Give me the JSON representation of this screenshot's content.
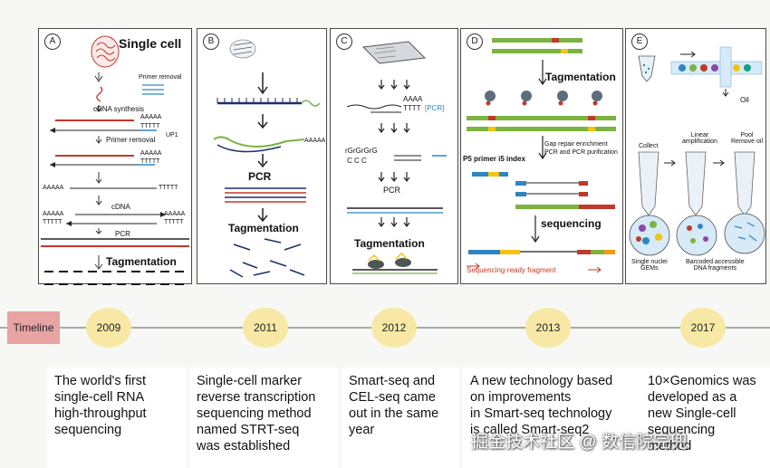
{
  "panels": {
    "a": {
      "label": "A",
      "title": "Single cell",
      "primer_removal_top": "Primer removal",
      "cdna_synthesis": "cDNA synthesis",
      "aaaaa_1": "AAAAA",
      "ttttt_1": "TTTTT",
      "up1": "UP1",
      "primer_removal": "Primer removal",
      "aaaaa_2": "AAAAA",
      "ttttt_2": "TTTTT",
      "aaaaa_left": "AAAAA",
      "ttttt_right": "TTTTT",
      "cdna": "cDNA",
      "aaaaa_3": "AAAAA",
      "ttttt_3": "TTTTT",
      "aaaaa_4": "AAAAA",
      "ttttt_4": "TTTTT",
      "pcr": "PCR",
      "tagmentation": "Tagmentation"
    },
    "b": {
      "label": "B",
      "aaaaa": "AAAAA",
      "pcr": "PCR",
      "tagmentation": "Tagmentation"
    },
    "c": {
      "label": "C",
      "aaaa": "AAAA",
      "tttt_pcr": "TTTT",
      "pcr_bracket": "[PCR]",
      "rgrgrg": "rGrGrGrG",
      "ccc": "C  C  C",
      "pcr": "PCR",
      "tagmentation": "Tagmentation"
    },
    "d": {
      "label": "D",
      "tagmentation": "Tagmentation",
      "gap_repair": "Gap repair   enrichment",
      "pcr_purification": "PCR and PCR purification",
      "p5_primer": "P5 primer i5 index",
      "sequencing": "sequencing",
      "ready_fragment": "Sequencing-ready fragment"
    },
    "e": {
      "label": "E",
      "oil": "Oil",
      "collect": "Collect",
      "linear_amp": "Linear\namplification",
      "pool": "Pool\nRemove oil",
      "single_nuclei": "Single nuclei\nGEMs",
      "barcoded": "Barcoded accessible\nDNA fragments"
    }
  },
  "timeline": {
    "label": "Timeline",
    "years": [
      "2009",
      "2011",
      "2012",
      "2013",
      "2017"
    ]
  },
  "descriptions": [
    "The world's first\nsingle-cell  RNA\nhigh-throughput\nsequencing",
    "Single-cell marker\nreverse transcription\nsequencing method\nnamed STRT-seq\nwas established",
    "Smart-seq and\nCEL-seq came\nout in the same\nyear",
    "A new technology based\non improvements\n in Smart-seq technology\nis called Smart-seq2",
    "10×Genomics was\ndeveloped as a\nnew Single-cell\nsequencing\nmethod"
  ],
  "watermark": "掘金技术社区 @ 数信院完兜",
  "colors": {
    "red_strand": "#c0392b",
    "blue_strand": "#2e86c1",
    "green_strand": "#7cb342",
    "year_dot": "#f7e9a5",
    "timeline_label": "#e8a3a3"
  }
}
